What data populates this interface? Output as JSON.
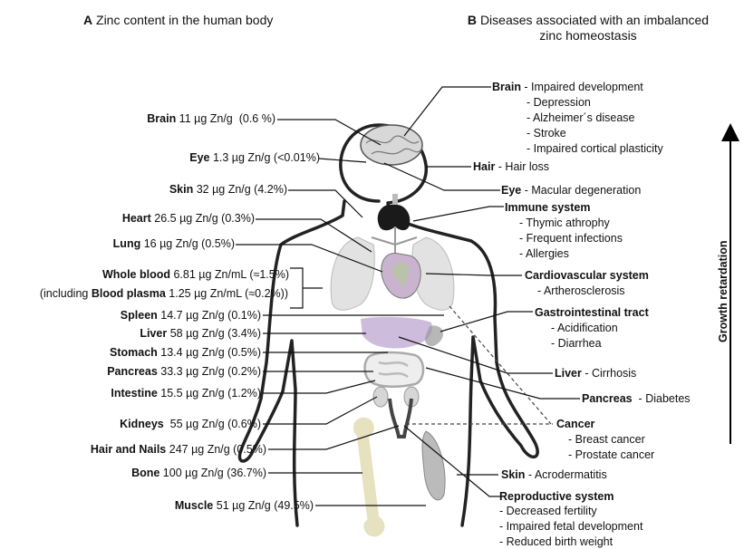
{
  "panel_a": {
    "letter": "A",
    "title": "Zinc content in the human body",
    "rows": [
      {
        "organ": "Brain",
        "value": " 11 µg Zn/g  (0.6 %)"
      },
      {
        "organ": "Eye",
        "value": " 1.3 µg Zn/g (<0.01%)"
      },
      {
        "organ": "Skin",
        "value": " 32 µg Zn/g (4.2%)"
      },
      {
        "organ": "Heart",
        "value": " 26.5 µg Zn/g (0.3%)"
      },
      {
        "organ": "Lung",
        "value": " 16 µg Zn/g (0.5%)"
      },
      {
        "organ": "Whole blood",
        "value": " 6.81 µg Zn/mL (≈1.5%)"
      },
      {
        "prefix": "(including ",
        "organ": "Blood plasma",
        "value": " 1.25 µg Zn/mL (≈0.2%))"
      },
      {
        "organ": "Spleen",
        "value": " 14.7 µg Zn/g (0.1%)"
      },
      {
        "organ": "Liver",
        "value": " 58 µg Zn/g (3.4%)"
      },
      {
        "organ": "Stomach",
        "value": " 13.4 µg Zn/g (0.5%)"
      },
      {
        "organ": "Pancreas",
        "value": " 33.3 µg Zn/g (0.2%)"
      },
      {
        "organ": "Intestine",
        "value": " 15.5 µg Zn/g (1.2%)"
      },
      {
        "organ": "Kidneys",
        "value": "  55 µg Zn/g (0.6%)"
      },
      {
        "organ": "Hair and Nails",
        "value": " 247 µg Zn/g (0.5%)"
      },
      {
        "organ": "Bone",
        "value": " 100 µg Zn/g (36.7%)"
      },
      {
        "organ": "Muscle",
        "value": " 51 µg Zn/g (49.5%)"
      }
    ]
  },
  "panel_b": {
    "letter": "B",
    "title_line1": "Diseases associated with an imbalanced",
    "title_line2": "zinc homeostasis",
    "brain": {
      "name": "Brain",
      "first": " - Impaired development",
      "items": [
        "- Depression",
        "- Alzheimer´s disease",
        "- Stroke",
        "- Impaired cortical plasticity"
      ]
    },
    "hair": {
      "name": "Hair",
      "detail": " - Hair loss"
    },
    "eye": {
      "name": "Eye",
      "detail": " - Macular degeneration"
    },
    "immune": {
      "name": "Immune system",
      "items": [
        "- Thymic athrophy",
        "- Frequent infections",
        "- Allergies"
      ]
    },
    "cardio": {
      "name": "Cardiovascular system",
      "items": [
        "-  Artherosclerosis"
      ]
    },
    "gi": {
      "name": "Gastrointestinal tract",
      "items": [
        "- Acidification",
        "- Diarrhea"
      ]
    },
    "liver": {
      "name": "Liver",
      "detail": " - Cirrhosis"
    },
    "pancreas": {
      "name": "Pancreas",
      "detail": "  - Diabetes"
    },
    "cancer": {
      "name": "Cancer",
      "items": [
        "- Breast cancer",
        "- Prostate cancer"
      ]
    },
    "skin": {
      "name": "Skin",
      "detail": " - Acrodermatitis"
    },
    "repro": {
      "name": "Reproductive system",
      "items": [
        "- Decreased fertility",
        "- Impaired fetal development",
        "- Reduced birth weight"
      ]
    }
  },
  "side_label": "Growth retardation"
}
